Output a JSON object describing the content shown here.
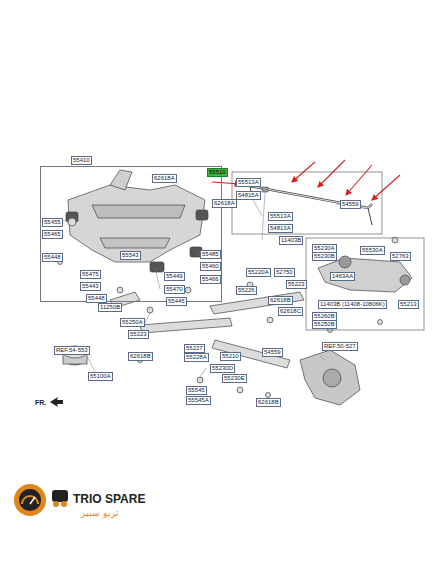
{
  "diagram": {
    "nodes": [
      {
        "text": [
          "55410"
        ]
      }
    ],
    "labels": [
      "62618A",
      "55510",
      "55513A",
      "54815A",
      "62618A",
      "55513A",
      "54813A",
      "54559",
      "11403B",
      "55455",
      "55465",
      "55448",
      "55543",
      "55485",
      "55460",
      "55466",
      "55475",
      "55443",
      "55448",
      "55449",
      "55470",
      "55445",
      "11250B",
      "55250A",
      "55223",
      "62618B",
      "55220A",
      "52750",
      "55223",
      "55226",
      "62618B",
      "62618C",
      "55230A",
      "55230B",
      "55530A",
      "55213",
      "1463AA",
      "11403B (11408-10806K)",
      "55260B",
      "52763",
      "55250B",
      "REF.54-553",
      "55100A",
      "55227",
      "55228A",
      "55210",
      "55230D",
      "55230E",
      "55545",
      "55545A",
      "REF.50-527",
      "54559",
      "62618B",
      "FR.",
      "TRIO SPARE",
      "تريو سبير"
    ]
  }
}
